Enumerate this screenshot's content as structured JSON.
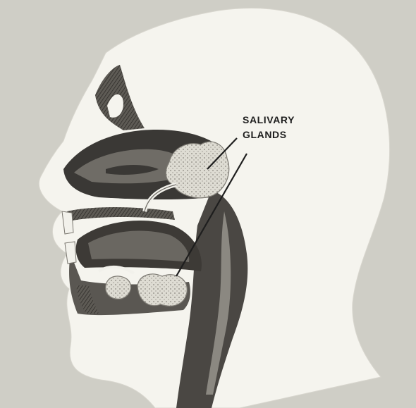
{
  "figure": {
    "label_line1": "SALIVARY",
    "label_line2": "GLANDS",
    "colors": {
      "paper": "#cfcec6",
      "head_silhouette": "#f5f4ee",
      "tissue_dark": "#3a3835",
      "tissue_mid": "#6f6c66",
      "gland": "#e7e5dd",
      "ink": "#1e1e1e"
    },
    "icons": [
      "head-cross-section-illustration",
      "salivary-gland-shapes",
      "label-leader-lines"
    ]
  }
}
